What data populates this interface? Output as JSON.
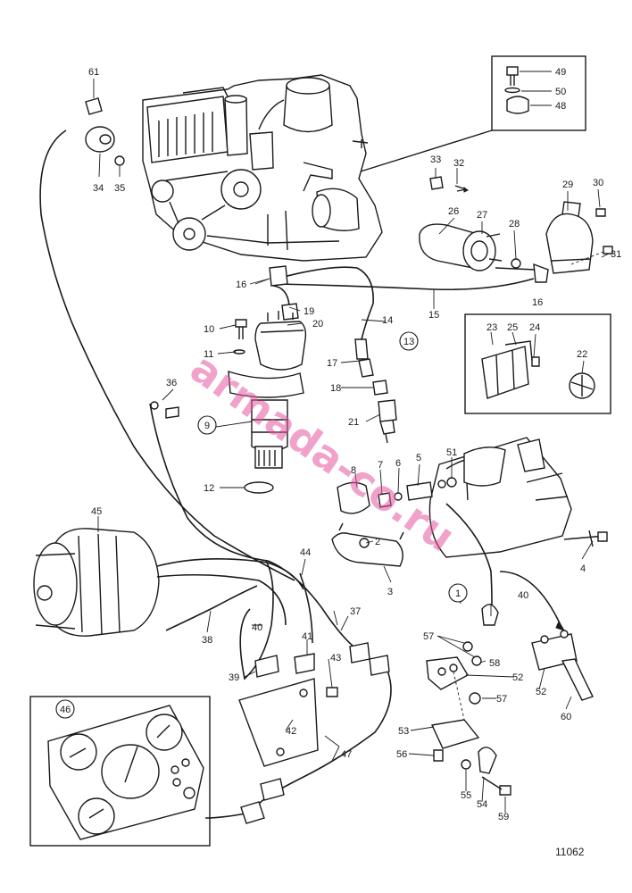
{
  "diagram": {
    "drawing_number": "11062",
    "watermark": "armada-co.ru",
    "watermark_color": "#e3569f",
    "ink_color": "#1a1a1a",
    "callouts": [
      "61",
      "34",
      "35",
      "49",
      "50",
      "48",
      "33",
      "32",
      "26",
      "27",
      "28",
      "29",
      "30",
      "31",
      "16",
      "15",
      "14",
      "19",
      "20",
      "10",
      "11",
      "13",
      "17",
      "18",
      "21",
      "23",
      "25",
      "24",
      "22",
      "36",
      "9",
      "8",
      "7",
      "6",
      "5",
      "51",
      "12",
      "2",
      "3",
      "4",
      "45",
      "44",
      "37",
      "38",
      "40",
      "41",
      "43",
      "39",
      "42",
      "1",
      "57",
      "58",
      "52",
      "56",
      "53",
      "55",
      "54",
      "59",
      "46",
      "47",
      "60"
    ],
    "circled_callouts": [
      "13",
      "9",
      "1",
      "46"
    ]
  }
}
